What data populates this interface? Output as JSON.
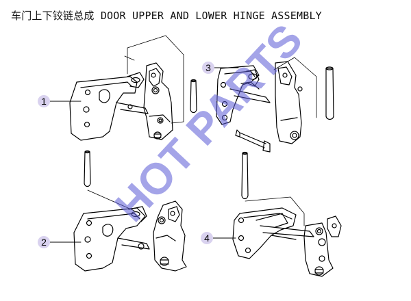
{
  "title": "车门上下铰链总成 DOOR UPPER AND LOWER HINGE ASSEMBLY",
  "callouts": [
    {
      "id": "1",
      "label": "1"
    },
    {
      "id": "2",
      "label": "2"
    },
    {
      "id": "3",
      "label": "3"
    },
    {
      "id": "4",
      "label": "4"
    }
  ],
  "watermark": "HOT PARTS",
  "colors": {
    "line": "#000000",
    "callout_fill": "#d9d2ef",
    "watermark": "#5b5bd6"
  }
}
